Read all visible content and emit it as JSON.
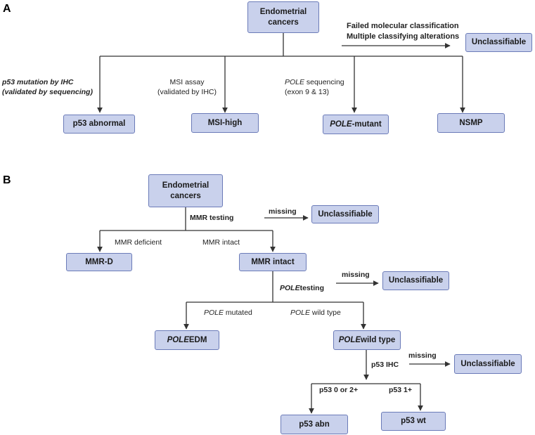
{
  "panel_a": {
    "label": "A",
    "root": [
      "Endometrial",
      "cancers"
    ],
    "side_note": [
      "Failed molecular classification",
      "Multiple classifying alterations"
    ],
    "unclassifiable": "Unclassifiable",
    "branch1_label": [
      "p53 mutation by IHC",
      "(validated by sequencing)"
    ],
    "branch2_label": [
      "MSI assay",
      "(validated by IHC)"
    ],
    "branch3_label_em": "POLE",
    "branch3_label_rest": " sequencing",
    "branch3_label_line2": "(exon 9 & 13)",
    "node_p53": "p53 abnormal",
    "node_msi": "MSI-high",
    "node_pole_em": "POLE",
    "node_pole_rest": "-mutant",
    "node_nsmp": "NSMP"
  },
  "panel_b": {
    "label": "B",
    "root": [
      "Endometrial",
      "cancers"
    ],
    "mmr_testing": "MMR testing",
    "missing1": "missing",
    "unclassifiable1": "Unclassifiable",
    "mmr_deficient": "MMR deficient",
    "mmr_intact_label": "MMR intact",
    "node_mmrd": "MMR-D",
    "node_mmr_intact": "MMR intact",
    "pole_testing_em": "POLE",
    "pole_testing_rest": "testing",
    "missing2": "missing",
    "unclassifiable2": "Unclassifiable",
    "pole_mutated_em": "POLE",
    "pole_mutated_rest": " mutated",
    "pole_wt_em": "POLE",
    "pole_wt_rest": " wild type",
    "node_pole_edm_em": "POLE",
    "node_pole_edm_rest": " EDM",
    "node_pole_wt_em": "POLE",
    "node_pole_wt_rest": " wild type",
    "p53_ihc": "p53 IHC",
    "missing3": "missing",
    "unclassifiable3": "Unclassifiable",
    "p53_0_2": "p53 0 or 2+",
    "p53_1": "p53 1+",
    "node_p53_abn": "p53 abn",
    "node_p53_wt": "p53 wt"
  }
}
